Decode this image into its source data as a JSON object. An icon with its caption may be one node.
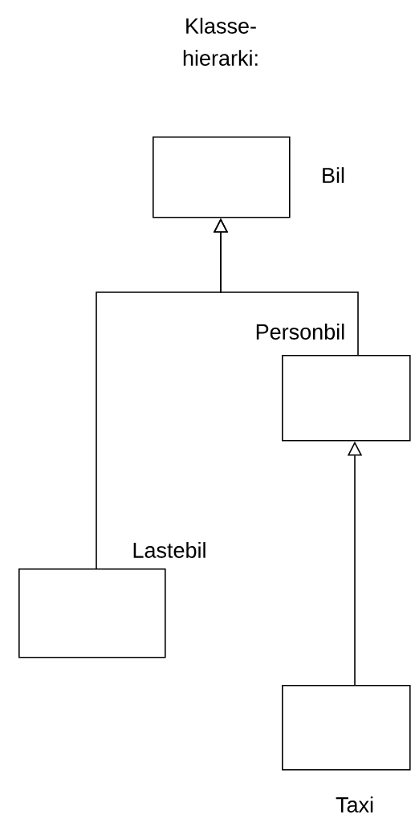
{
  "diagram": {
    "title": "Klasse- hierarki:",
    "nodes": [
      {
        "text": [
          "Bil"
        ]
      },
      {
        "text": [
          "Personbil"
        ]
      },
      {
        "text": [
          "Lastebil"
        ]
      },
      {
        "text": [
          "Taxi"
        ]
      }
    ],
    "edges": [
      {
        "from": 1,
        "to": 0,
        "arrow": "to"
      },
      {
        "from": 2,
        "to": 0,
        "arrow": "to"
      },
      {
        "from": 3,
        "to": 1,
        "arrow": "to"
      }
    ]
  }
}
